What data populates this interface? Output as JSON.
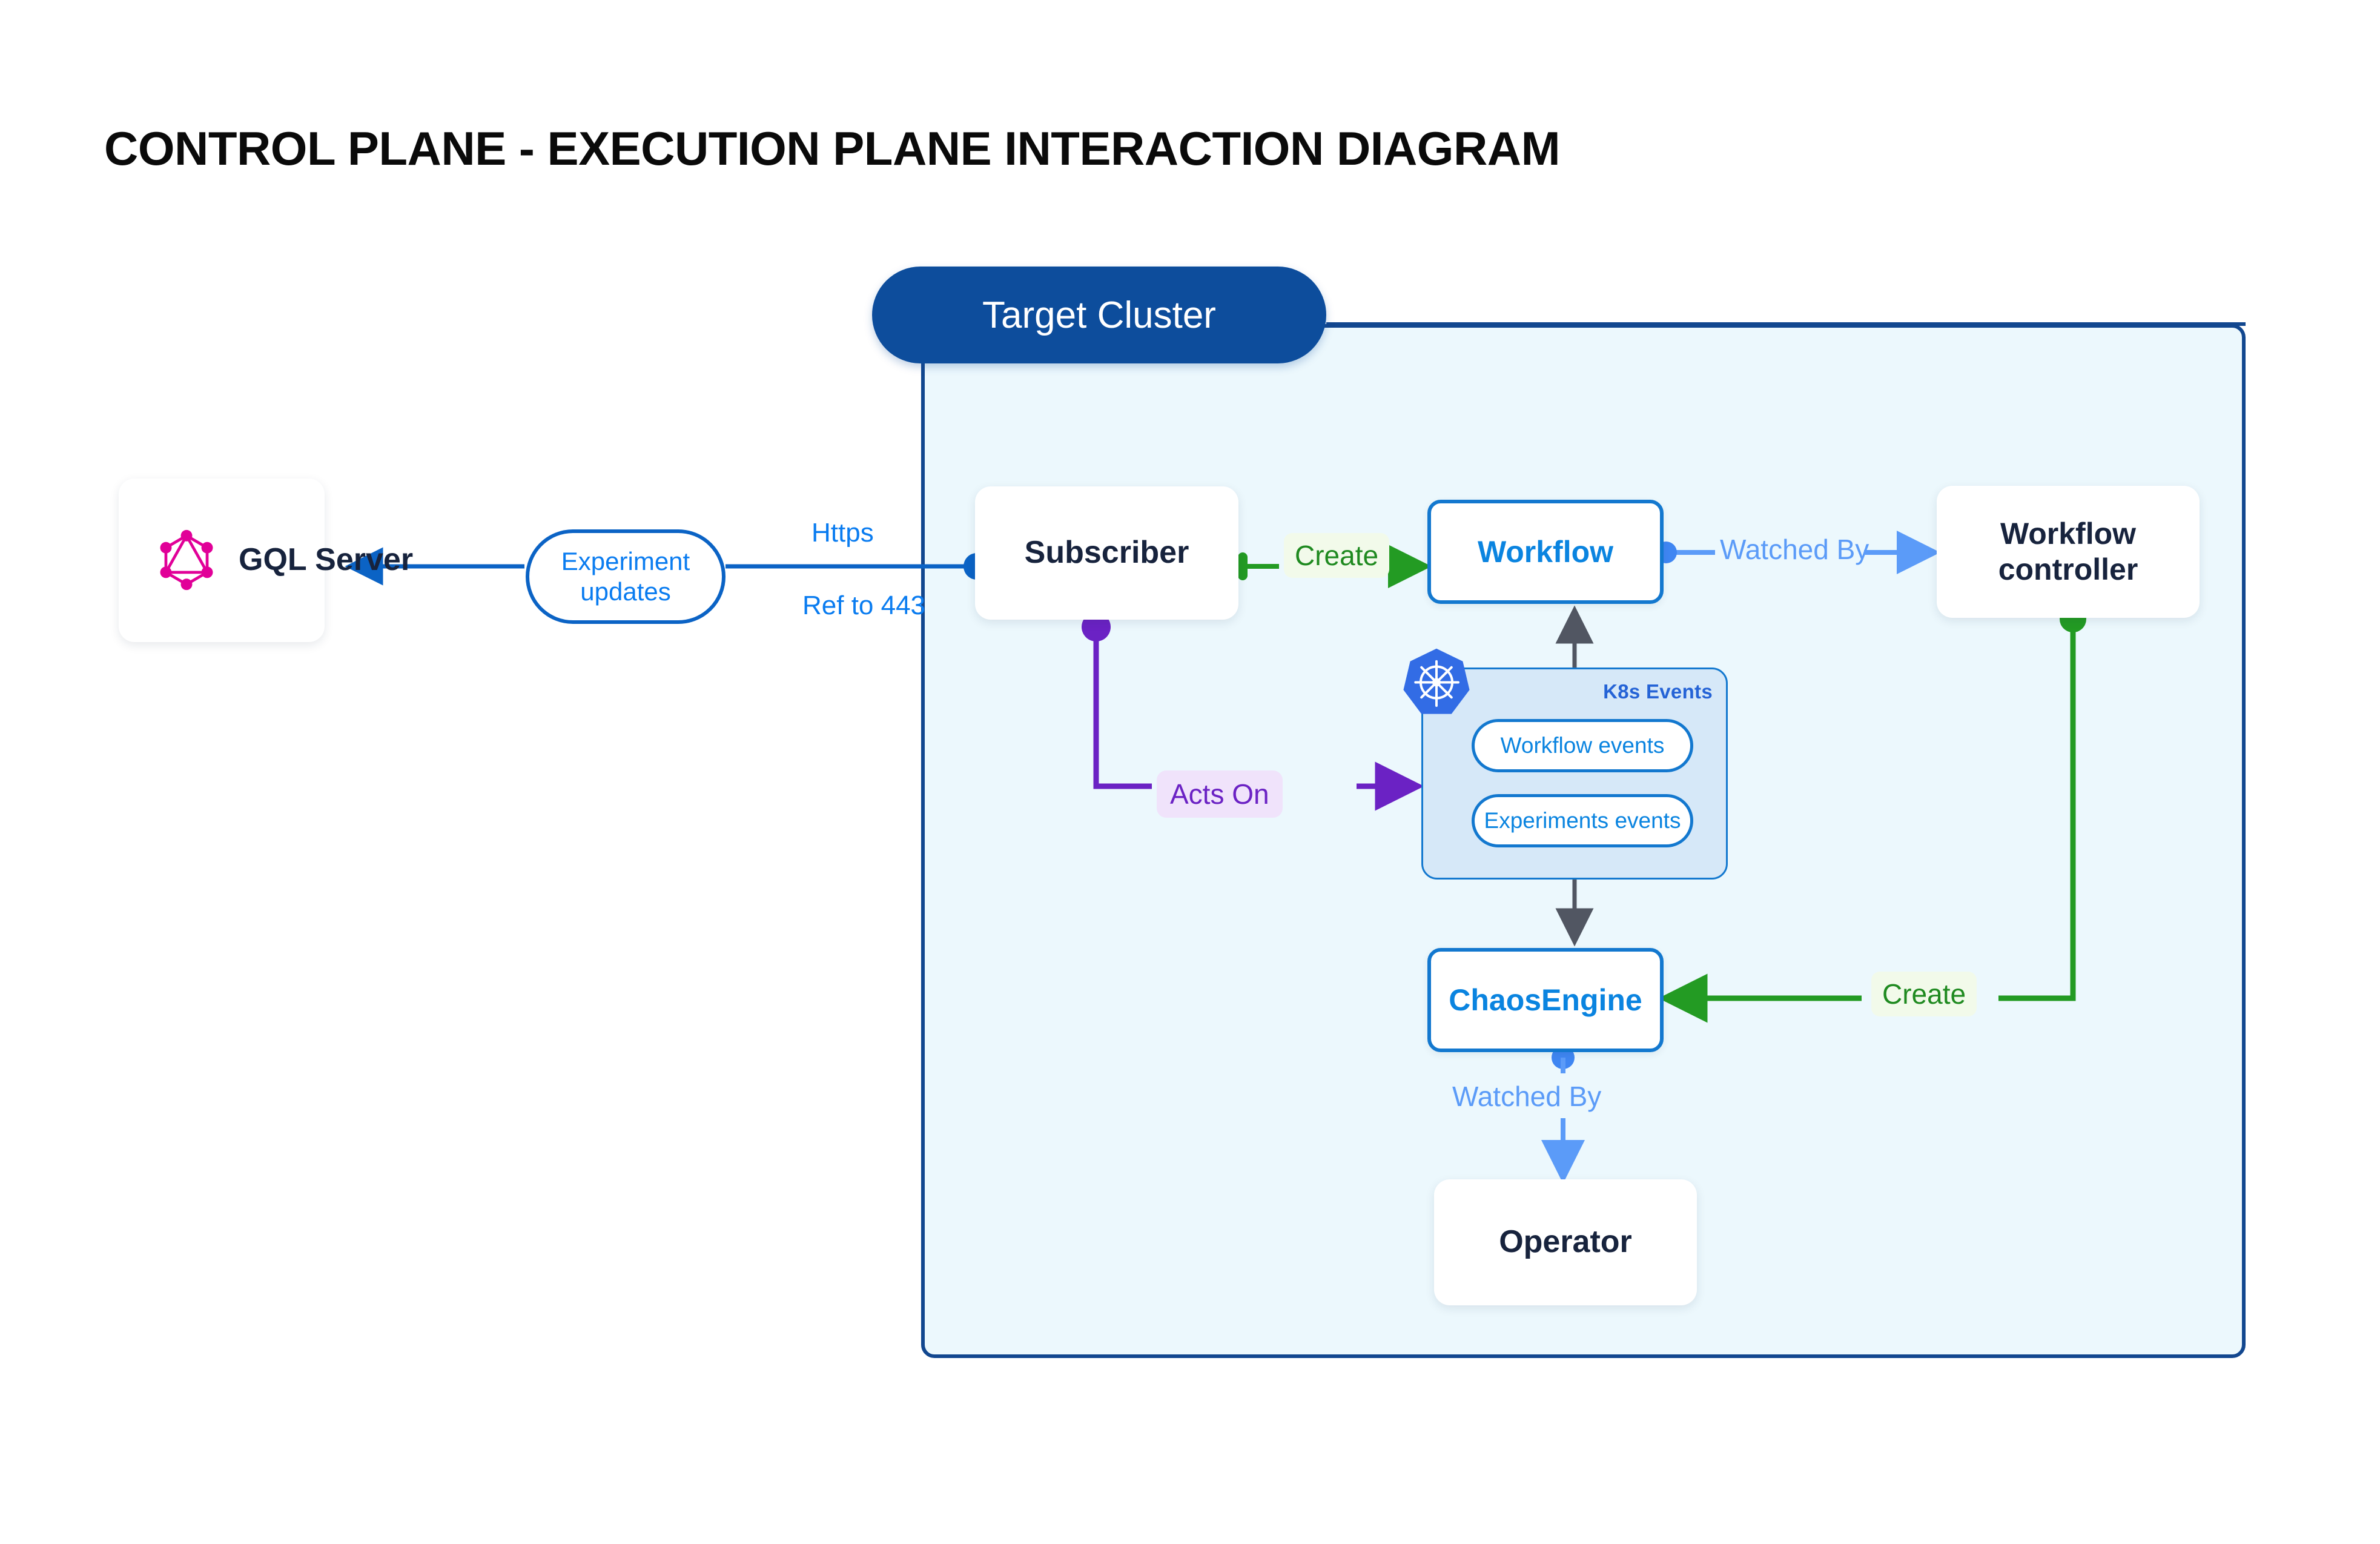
{
  "page": {
    "title": "CONTROL PLANE - EXECUTION PLANE INTERACTION DIAGRAM",
    "background": "#ffffff"
  },
  "cluster": {
    "label": "Target Cluster",
    "pill_color": "#0d4d9c",
    "fill_color": "#ecf8fd",
    "border_color": "#12478f"
  },
  "nodes": {
    "gql_server": {
      "label": "GQL Server",
      "icon": "graphql-icon",
      "icon_color": "#E10098"
    },
    "subscriber": {
      "label": "Subscriber"
    },
    "workflow": {
      "label": "Workflow",
      "accent": "#0a84e0"
    },
    "workflow_controller": {
      "label": "Workflow\ncontroller"
    },
    "workflow_controller_line1": "Workflow",
    "workflow_controller_line2": "controller",
    "chaosengine": {
      "label": "ChaosEngine",
      "accent": "#0a84e0"
    },
    "operator": {
      "label": "Operator"
    }
  },
  "k8s_events": {
    "caption": "K8s Events",
    "icon": "kubernetes-icon",
    "icon_color": "#326ce5",
    "panel_color": "#d6e8f8",
    "pills": [
      {
        "label": "Workflow events"
      },
      {
        "label": "Experiments events"
      }
    ]
  },
  "edges": {
    "experiment_updates": {
      "line1": "Experiment",
      "line2": "updates",
      "color": "#0a7cf0"
    },
    "https": {
      "label": "Https",
      "color": "#0a7cf0"
    },
    "ref_to_443": {
      "label": "Ref to 443",
      "color": "#0a7cf0"
    },
    "create_workflow": {
      "label": "Create",
      "color": "#1f8a20",
      "bg": "#f2faea"
    },
    "watched_by_controller": {
      "label": "Watched By",
      "color": "#5b9bf8"
    },
    "acts_on": {
      "label": "Acts On",
      "color": "#6b22c4",
      "bg": "#f0e3fb"
    },
    "create_chaosengine": {
      "label": "Create",
      "color": "#1f8a20",
      "bg": "#f2faea"
    },
    "watched_by_operator": {
      "label": "Watched By",
      "color": "#5b9bf8"
    }
  }
}
